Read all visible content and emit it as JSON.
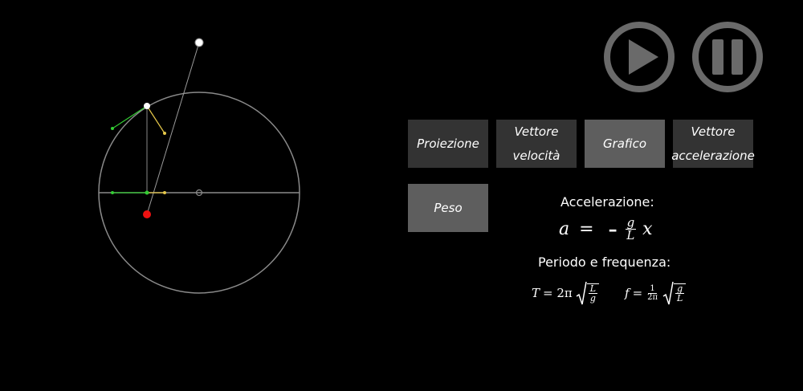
{
  "buttons": {
    "proiezione": "Proiezione",
    "vettore_velocita": [
      "Vettore",
      "velocità"
    ],
    "grafico": "Grafico",
    "vettore_accelerazione": [
      "Vettore",
      "accelerazione"
    ],
    "peso": "Peso"
  },
  "controls": {
    "play": "play-icon",
    "pause": "pause-icon"
  },
  "formulas": {
    "accel_heading": "Accelerazione:",
    "accel": {
      "lhs": "a",
      "eq": "=",
      "minus": "–",
      "num": "g",
      "den": "L",
      "var": "x"
    },
    "period_heading": "Periodo e frequenza:",
    "period": {
      "T": "T",
      "eq1": "= 2π",
      "L": "L",
      "g": "g"
    },
    "freq": {
      "f": "f",
      "eq2": "=",
      "one": "1",
      "twopi": "2π",
      "g": "g",
      "L": "L"
    }
  },
  "colors": {
    "background": "#000000",
    "circle": "#8a8a8a",
    "velocity": "#33cc33",
    "acceleration": "#e6c84a",
    "mass": "#ee1111",
    "pivot": "#ffffff",
    "button_dark": "#333333",
    "button_light": "#5e5e5e",
    "control": "#6a6a6a"
  }
}
